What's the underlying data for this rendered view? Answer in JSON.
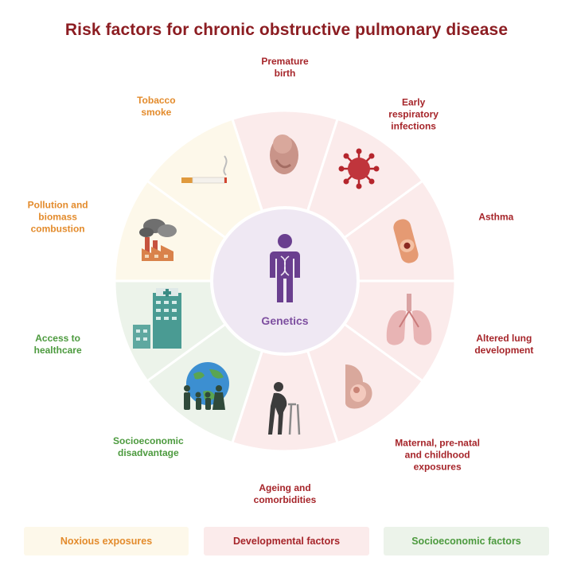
{
  "title": "Risk factors for chronic obstructive pulmonary disease",
  "center": {
    "label": "Genetics",
    "icon": "person-dna-icon"
  },
  "factors": [
    {
      "label": "Premature\nbirth",
      "category": "developmental",
      "icon": "fetus-icon"
    },
    {
      "label": "Early\nrespiratory\ninfections",
      "category": "developmental",
      "icon": "virus-icon"
    },
    {
      "label": "Asthma",
      "category": "developmental",
      "icon": "airway-icon"
    },
    {
      "label": "Altered lung\ndevelopment",
      "category": "developmental",
      "icon": "lungs-icon"
    },
    {
      "label": "Maternal, pre-natal\nand childhood\nexposures",
      "category": "developmental",
      "icon": "pregnancy-icon"
    },
    {
      "label": "Ageing and\ncomorbidities",
      "category": "developmental",
      "icon": "elderly-walker-icon"
    },
    {
      "label": "Socioeconomic\ndisadvantage",
      "category": "socioeconomic",
      "icon": "family-globe-icon"
    },
    {
      "label": "Access to\nhealthcare",
      "category": "socioeconomic",
      "icon": "hospital-icon"
    },
    {
      "label": "Pollution and\nbiomass\ncombustion",
      "category": "noxious",
      "icon": "factory-smoke-icon"
    },
    {
      "label": "Tobacco\nsmoke",
      "category": "noxious",
      "icon": "cigarette-icon"
    }
  ],
  "legend": {
    "noxious": "Noxious exposures",
    "developmental": "Developmental factors",
    "socioeconomic": "Socioeconomic factors"
  },
  "colors": {
    "title": "#8c1d22",
    "developmental_text": "#a6252a",
    "noxious_text": "#e38b2c",
    "socioeconomic_text": "#4c9a3e",
    "developmental_fill": "#fbebeb",
    "noxious_fill": "#fdf8ea",
    "socioeconomic_fill": "#ecf3ea",
    "center_fill": "#efe8f3",
    "genetics_text": "#7e4fa0"
  }
}
